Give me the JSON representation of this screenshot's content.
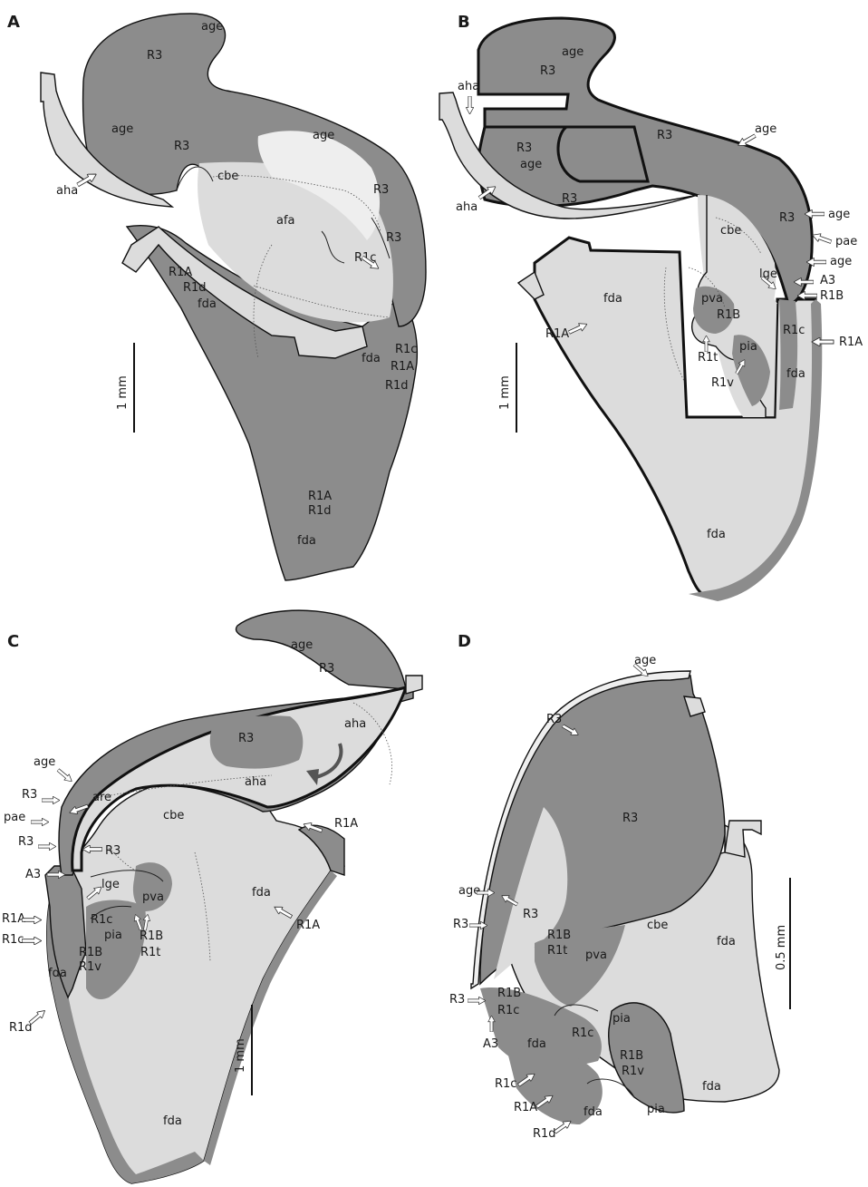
{
  "panels": [
    {
      "id": "A",
      "letter": "A",
      "scale_label": "1 mm",
      "labels": [
        "age",
        "R3",
        "age",
        "R3",
        "age",
        "aha",
        "cbe",
        "afa",
        "R3",
        "R3",
        "R1c",
        "R1A",
        "R1d",
        "fda",
        "fda",
        "R1c",
        "R1A",
        "R1d",
        "R1A",
        "R1d",
        "fda"
      ]
    },
    {
      "id": "B",
      "letter": "B",
      "scale_label": "1 mm",
      "labels": [
        "age",
        "R3",
        "aha",
        "R3",
        "age",
        "R3",
        "R3",
        "age",
        "aha",
        "R3",
        "age",
        "pae",
        "age",
        "cbe",
        "lge",
        "A3",
        "R1B",
        "fda",
        "R1A",
        "pva",
        "R1B",
        "R1t",
        "pia",
        "R1v",
        "R1c",
        "R1A",
        "fda",
        "fda"
      ]
    },
    {
      "id": "C",
      "letter": "C",
      "scale_label": "1 mm",
      "labels": [
        "age",
        "R3",
        "aha",
        "R3",
        "aha",
        "age",
        "R3",
        "are",
        "pae",
        "R3",
        "R3",
        "cbe",
        "A3",
        "lge",
        "pva",
        "fda",
        "R1A",
        "R1A",
        "R1A",
        "R1c",
        "R1c",
        "pia",
        "R1B",
        "R1t",
        "R1B",
        "R1v",
        "fda",
        "R1d",
        "fda"
      ]
    },
    {
      "id": "D",
      "letter": "D",
      "scale_label": "0.5 mm",
      "labels": [
        "age",
        "R3",
        "R3",
        "age",
        "R3",
        "R3",
        "cbe",
        "fda",
        "R1B",
        "R1t",
        "pva",
        "R3",
        "R1B",
        "R1c",
        "A3",
        "R1c",
        "pia",
        "R1B",
        "R1v",
        "fda",
        "fda",
        "R1c",
        "R1A",
        "fda",
        "pia",
        "R1d"
      ]
    }
  ]
}
